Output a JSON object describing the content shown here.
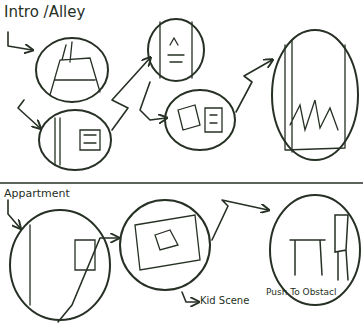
{
  "diagram": {
    "labels": [
      "Intro /Alley",
      "Appartment",
      "Kid Scene",
      "Push To Obstacl"
    ]
  }
}
